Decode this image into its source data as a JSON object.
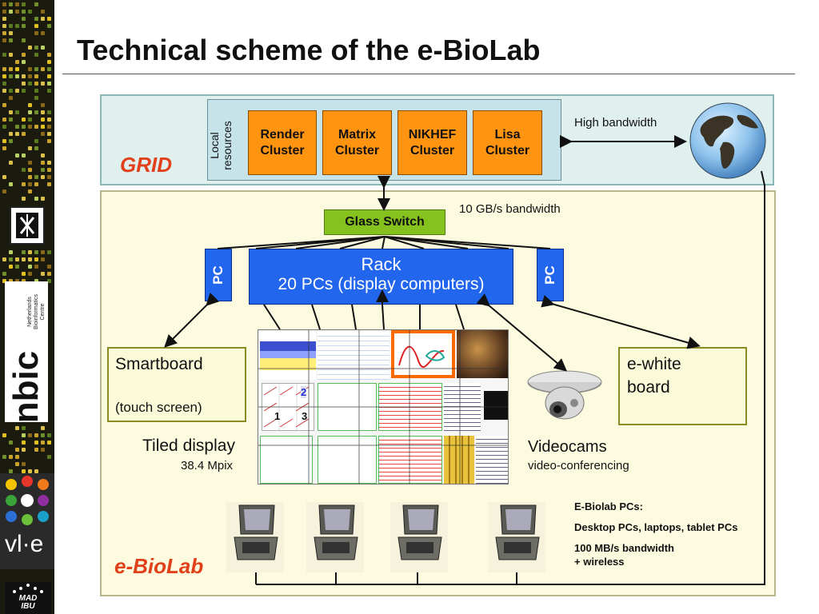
{
  "slide": {
    "title": "Technical scheme of the e-BioLab"
  },
  "sidebar": {
    "nbic_small_text": [
      "Netherlands",
      "Bioinformatics",
      "Centre"
    ],
    "nbic_logo_text": "nbic",
    "vle_logo_text": "vl·e",
    "mad_logo_text": "MAD IBU"
  },
  "grid": {
    "label": "GRID",
    "local_resources": "Local resources",
    "clusters": [
      {
        "line1": "Render",
        "line2": "Cluster"
      },
      {
        "line1": "Matrix",
        "line2": "Cluster"
      },
      {
        "line1": "NIKHEF",
        "line2": "Cluster"
      },
      {
        "line1": "Lisa",
        "line2": "Cluster"
      }
    ],
    "high_bandwidth": "High bandwidth"
  },
  "lab": {
    "label": "e-BioLab",
    "glass_switch": "Glass Switch",
    "bandwidth_10gb": "10 GB/s bandwidth",
    "rack_title": "Rack",
    "rack_subtitle": "20 PCs (display computers)",
    "pc_left": "PC",
    "pc_right": "PC",
    "smartboard_title": "Smartboard",
    "smartboard_sub": "(touch screen)",
    "ewhite_line1": "e-white",
    "ewhite_line2": "board",
    "tiled_display": "Tiled display",
    "tiled_mpix": "38.4 Mpix",
    "videocams": "Videocams",
    "video_conferencing": "video-conferencing",
    "tile_numbers": [
      "1",
      "2",
      "3"
    ],
    "pcs_title": "E-Biolab PCs:",
    "pcs_types": "Desktop PCs, laptops, tablet PCs",
    "pcs_bandwidth": "100 MB/s bandwidth",
    "pcs_wireless": "+ wireless"
  },
  "colors": {
    "cluster": "#ff9411",
    "glass_switch": "#85c21d",
    "rack_blue": "#2266ee",
    "grid_panel": "#dff0ef",
    "lab_panel": "#fdfbdf",
    "label_red": "#e0401a"
  }
}
